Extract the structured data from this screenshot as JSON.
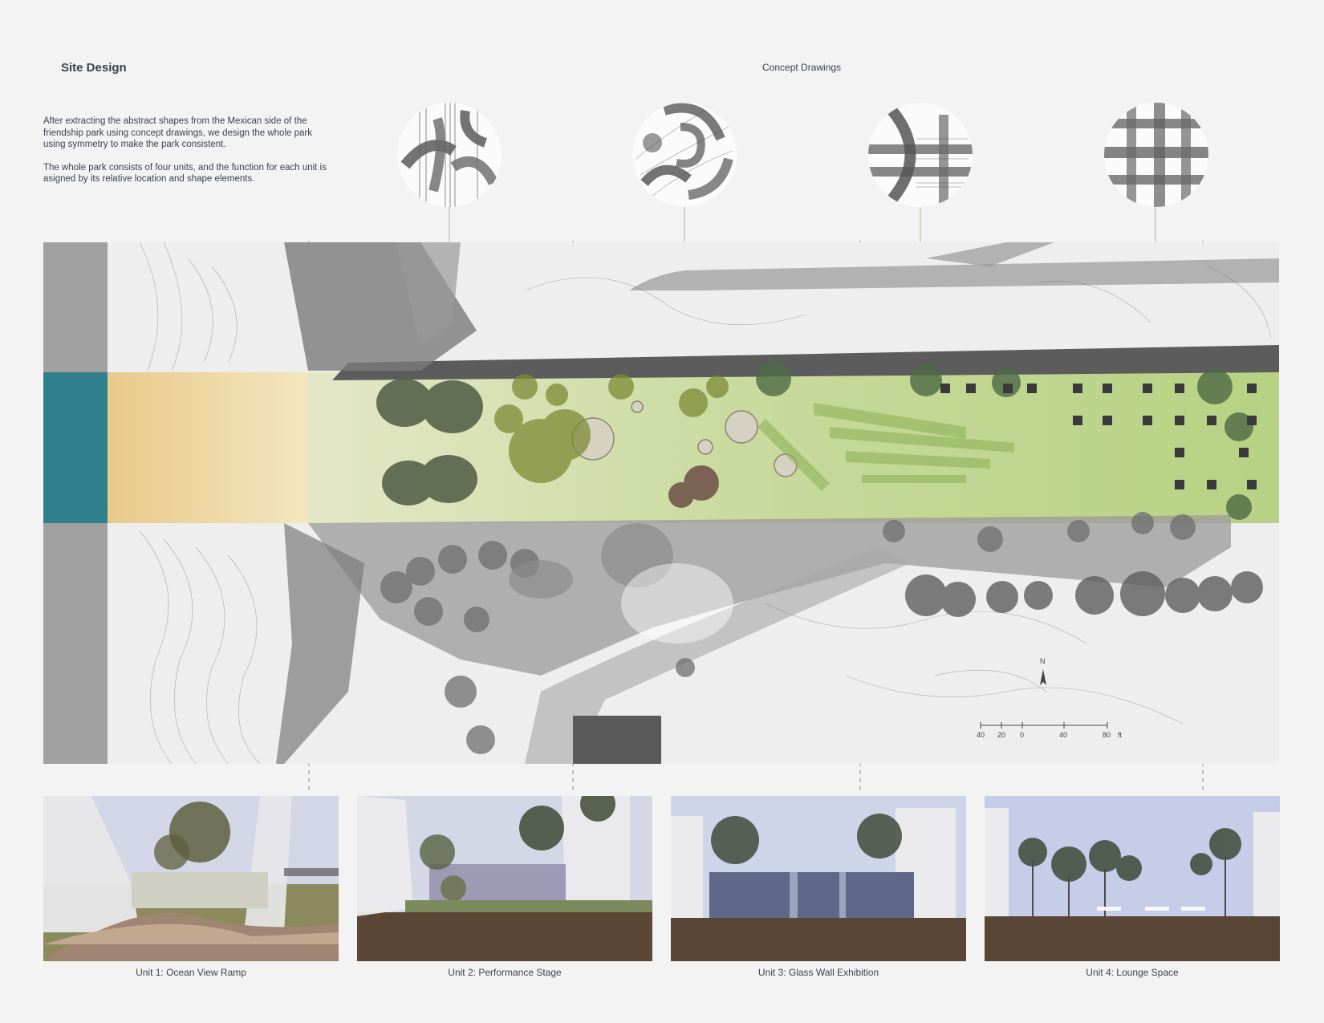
{
  "header": {
    "title": "Site Design",
    "concept_title": "Concept Drawings"
  },
  "intro": {
    "paragraph_1": "After extracting the abstract shapes from the Mexican side of the friendship park using concept drawings, we design the whole park using symmetry to make the park consistent.",
    "paragraph_2": "The whole park consists of four units, and the function for each unit is asigned by its relative location and shape elements."
  },
  "plan": {
    "north_label": "N",
    "scale": {
      "ticks": [
        "40",
        "20",
        "0",
        "40",
        "80"
      ],
      "unit": "ft"
    }
  },
  "units": [
    {
      "caption": "Unit 1: Ocean View Ramp"
    },
    {
      "caption": "Unit 2: Performance Stage"
    },
    {
      "caption": "Unit 3: Glass Wall Exhibition"
    },
    {
      "caption": "Unit 4: Lounge Space"
    }
  ],
  "colors": {
    "background": "#f3f3f3",
    "text": "#3b4150",
    "ocean": "#2f7f8c",
    "sand": "#f2d79a",
    "green": "#a9c77a",
    "concrete": "#6f6f6f",
    "soil": "#5b4636",
    "sky": "#c9cfe6"
  }
}
